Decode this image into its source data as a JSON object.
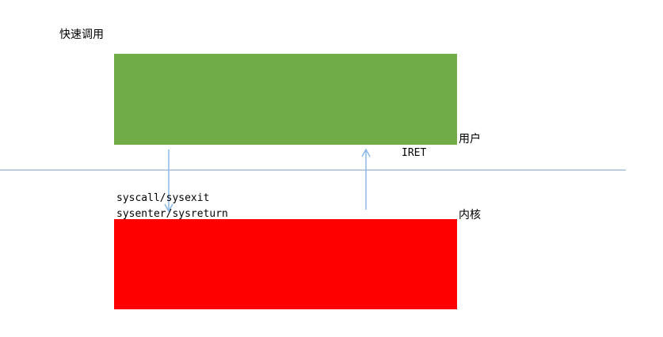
{
  "title": "快速调用",
  "user_label": "用户",
  "kernel_label": "内核",
  "iret_label": "IRET",
  "syscall_lines": [
    "syscall/sysexit",
    "sysenter/sysreturn"
  ],
  "colors": {
    "user": "#70ad47",
    "kernel": "#ff0000",
    "divider": "#7f9dbf",
    "arrow": "#8ab8e6"
  }
}
